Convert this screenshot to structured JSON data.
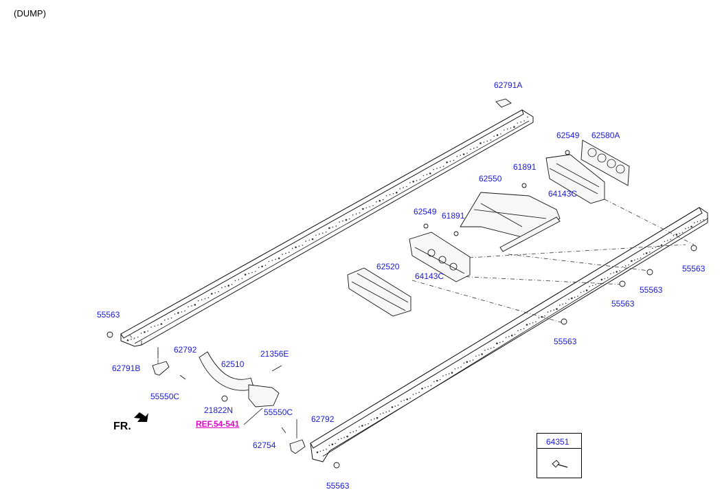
{
  "title": "(DUMP)",
  "labels": {
    "p62791A": "62791A",
    "p62549_top": "62549",
    "p62580A": "62580A",
    "p61891_top": "61891",
    "p62550": "62550",
    "p64143C_top": "64143C",
    "p62549_mid": "62549",
    "p61891_mid": "61891",
    "p62520": "62520",
    "p64143C_mid": "64143C",
    "p55563_right": "55563",
    "p55563_r2": "55563",
    "p55563_r3": "55563",
    "p55563_left": "55563",
    "p55563_center": "55563",
    "p62792_left": "62792",
    "p62510": "62510",
    "p21356E": "21356E",
    "p62791B": "62791B",
    "p55550C_left": "55550C",
    "p21822N": "21822N",
    "p55550C_mid": "55550C",
    "p62792_mid": "62792",
    "p62754": "62754",
    "p55563_bottom": "55563",
    "ref": "REF.54-541",
    "front": "FR.",
    "legend_code": "64351"
  },
  "colors": {
    "label": "#1a1ad8",
    "reference": "#e000c8",
    "line": "#111111"
  },
  "icons": {
    "front_arrow": "front-arrow-icon",
    "bolt": "bolt-icon"
  }
}
